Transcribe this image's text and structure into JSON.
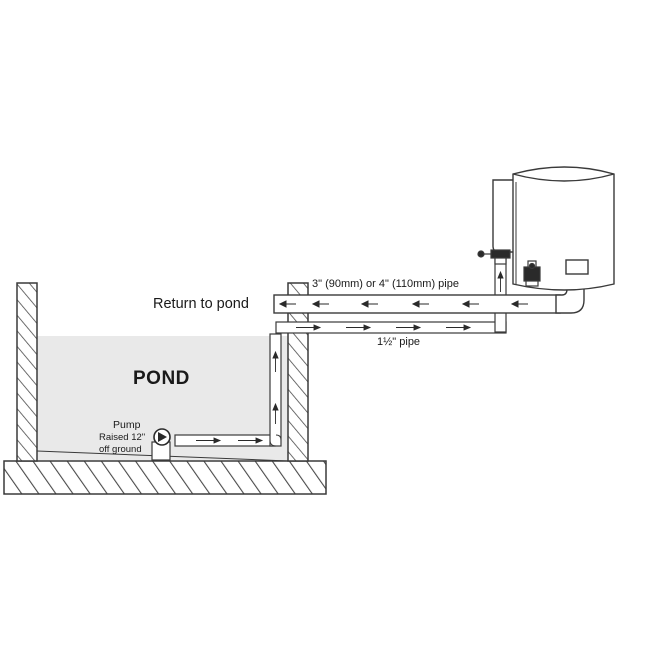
{
  "labels": {
    "pond": "POND",
    "return_to_pond": "Return to pond",
    "return_pipe_size": "3\" (90mm) or 4\" (110mm) pipe",
    "feed_pipe_size": "1½\" pipe",
    "pump": "Pump",
    "pump_raised": "Raised 12\"",
    "pump_off_ground": "off ground"
  },
  "colors": {
    "line": "#3a3a3a",
    "water": "#e9e9e9",
    "pipe_fill": "#ffffff"
  },
  "icons": [
    "pump-icon",
    "valve-icon",
    "flow-arrow-icon"
  ]
}
